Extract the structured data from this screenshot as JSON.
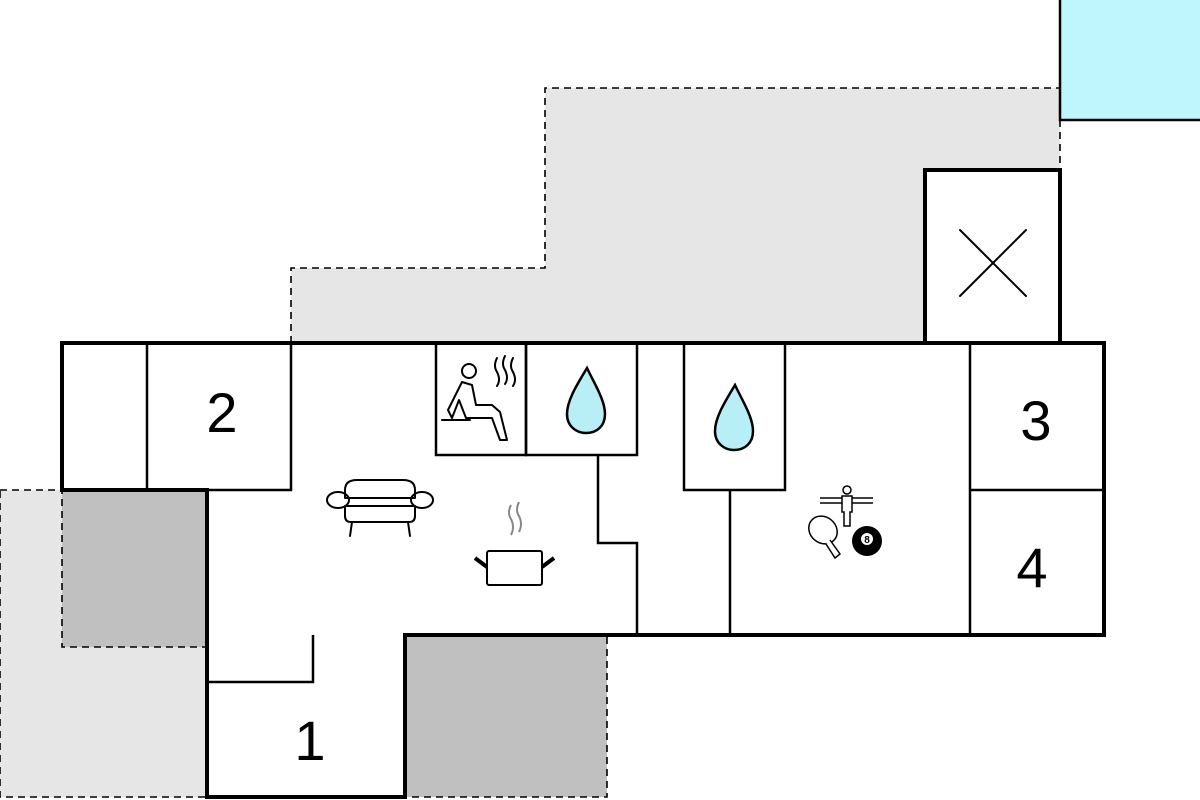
{
  "rooms": {
    "bedroom_1": "1",
    "bedroom_2": "2",
    "bedroom_3": "3",
    "bedroom_4": "4"
  },
  "icons": [
    "sauna-icon",
    "shower-icon",
    "sofa-icon",
    "cooking-pot-icon",
    "games-icon",
    "pool",
    "no-access-cross-icon"
  ],
  "colors": {
    "pool": "#bff5fc",
    "water": "#b8eef5",
    "terrace_light": "#e6e6e6",
    "terrace_dark": "#c0c0c0",
    "wall": "#000000"
  },
  "games": {
    "ball_number": "8"
  }
}
